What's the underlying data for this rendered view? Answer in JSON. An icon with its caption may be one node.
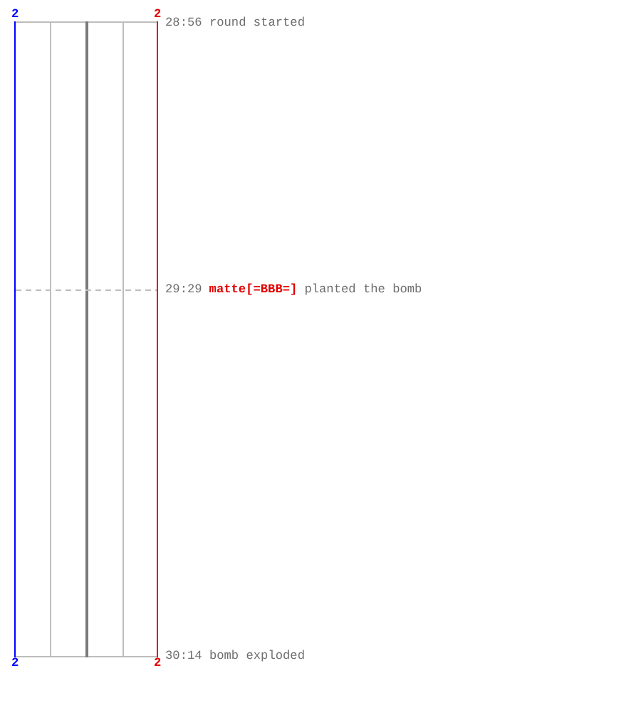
{
  "diagram": {
    "labels": [
      "2",
      "2",
      "28:56 round started",
      "29:29",
      "matte[=BBB=]",
      "planted the bomb",
      "2",
      "2",
      "30:14 bomb exploded"
    ]
  }
}
